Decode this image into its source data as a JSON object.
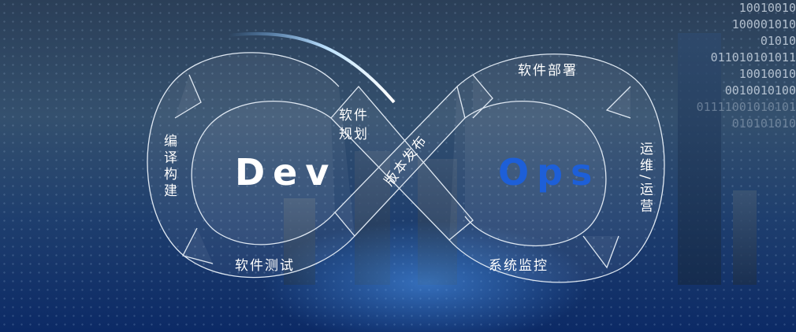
{
  "diagram": {
    "left_title": "Dev",
    "right_title": "Ops",
    "stages": {
      "plan": "软件规划",
      "build": "编译构建",
      "test": "软件测试",
      "release": "版本发布",
      "deploy": "软件部署",
      "operate": "运维/运营",
      "monitor": "系统监控"
    }
  },
  "background": {
    "binary_lines": [
      "10010010",
      "100001010",
      "01010",
      "011010101011",
      "10010010",
      "0010010100",
      "01111001010101",
      "010101010"
    ]
  },
  "colors": {
    "dev": "#ffffff",
    "ops": "#1d5fd8",
    "outline": "#dfe8f2"
  }
}
